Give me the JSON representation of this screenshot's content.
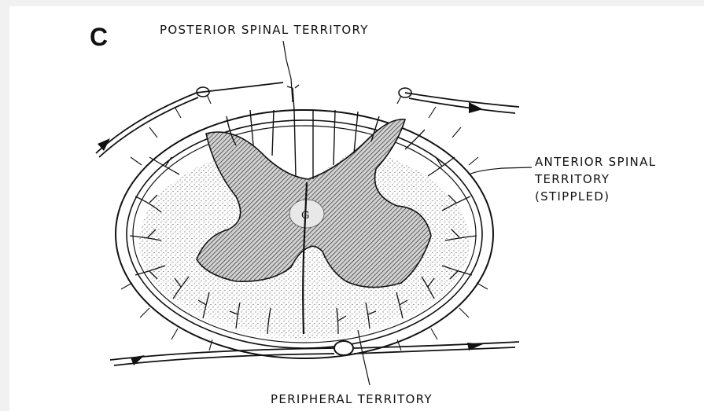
{
  "figure": {
    "panel_letter": "C",
    "center_mark": "G",
    "labels": {
      "posterior": "POSTERIOR SPINAL TERRITORY",
      "anterior_line1": "ANTERIOR SPINAL",
      "anterior_line2": "TERRITORY",
      "anterior_line3": "(STIPPLED)",
      "peripheral": "PERIPHERAL TERRITORY"
    },
    "colors": {
      "ink": "#111111",
      "stipple": "#8a8a8a",
      "page": "#ffffff",
      "margin": "#f1f1f1"
    }
  }
}
